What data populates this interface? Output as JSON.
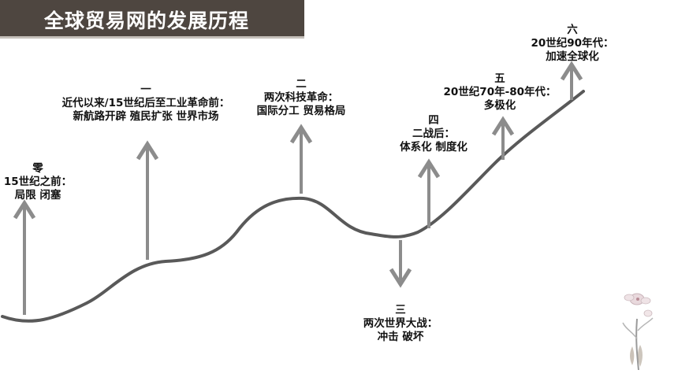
{
  "title": "全球贸易网的发展历程",
  "colors": {
    "banner": "#4e4640",
    "curve": "#595959",
    "arrow": "#8c8c8c"
  },
  "stages": [
    {
      "num": "零",
      "lines": [
        "15世纪之前：",
        "局限 闭塞"
      ]
    },
    {
      "num": "一",
      "lines": [
        "近代以来/15世纪后至工业革命前：",
        "新航路开辟 殖民扩张 世界市场"
      ]
    },
    {
      "num": "二",
      "lines": [
        "两次科技革命：",
        "国际分工 贸易格局"
      ]
    },
    {
      "num": "三",
      "lines": [
        "两次世界大战：",
        "冲击 破坏"
      ]
    },
    {
      "num": "四",
      "lines": [
        "二战后：",
        "体系化 制度化"
      ]
    },
    {
      "num": "五",
      "lines": [
        "20世纪70年-80年代：",
        "多极化"
      ]
    },
    {
      "num": "六",
      "lines": [
        "20世纪90年代：",
        "加速全球化"
      ]
    }
  ]
}
